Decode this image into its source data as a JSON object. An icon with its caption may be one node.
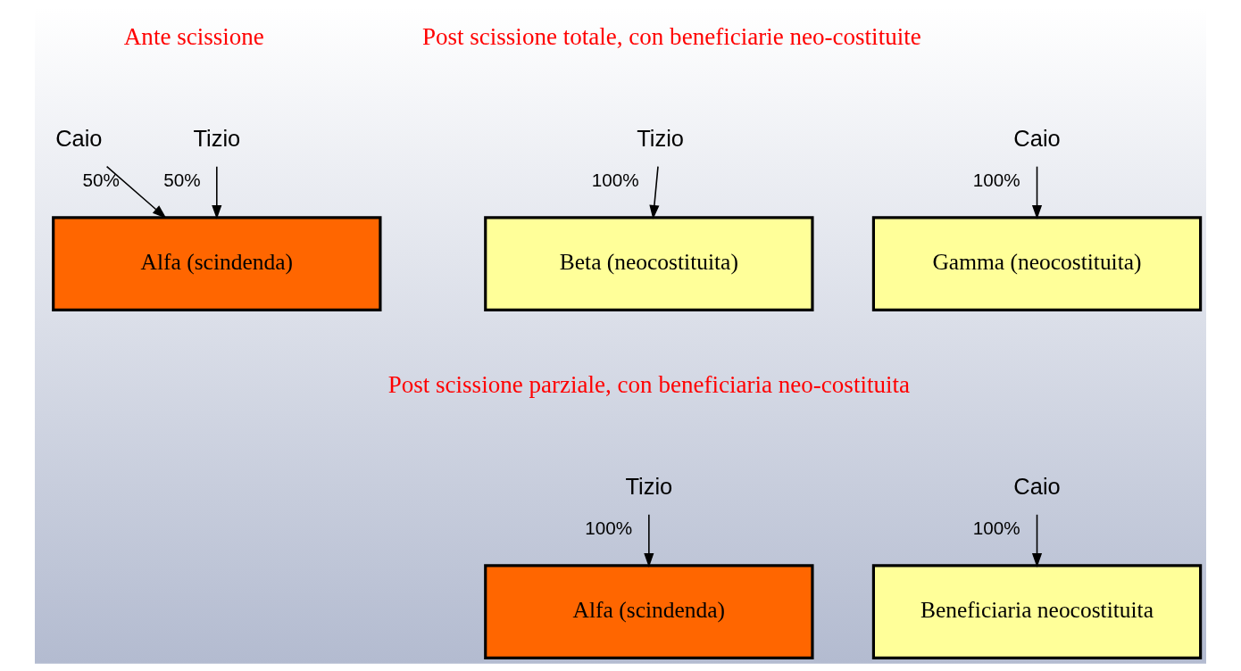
{
  "diagram": {
    "nodes": [
      {
        "text": [
          "Tizio"
        ]
      },
      {
        "text": [
          "Caio"
        ]
      },
      {
        "text": [
          "Alfa (scindenda)"
        ]
      },
      {
        "text": [
          "Tizio"
        ]
      },
      {
        "text": [
          "Caio"
        ]
      },
      {
        "text": [
          "Beta (neocostituita)"
        ]
      },
      {
        "text": [
          "Gamma (neocostituita)"
        ]
      },
      {
        "text": [
          "Tizio"
        ]
      },
      {
        "text": [
          "Caio"
        ]
      },
      {
        "text": [
          "Alfa (scindenda)"
        ]
      },
      {
        "text": [
          "Beneficiaria neocostituita"
        ]
      }
    ],
    "edges": [
      {
        "from": 0,
        "to": 2,
        "arrow": "to",
        "label": "50%"
      },
      {
        "from": 1,
        "to": 2,
        "arrow": "to",
        "label": "50%"
      },
      {
        "from": 3,
        "to": 5,
        "arrow": "to",
        "label": "100%"
      },
      {
        "from": 4,
        "to": 6,
        "arrow": "to",
        "label": "100%"
      },
      {
        "from": 7,
        "to": 9,
        "arrow": "to",
        "label": "100%"
      },
      {
        "from": 8,
        "to": 10,
        "arrow": "to",
        "label": "100%"
      }
    ],
    "labels": [
      "Ante scissione",
      "Post scissione totale, con beneficiarie neo-costituite",
      "Post scissione parziale, con beneficiaria neo-costituita"
    ]
  }
}
